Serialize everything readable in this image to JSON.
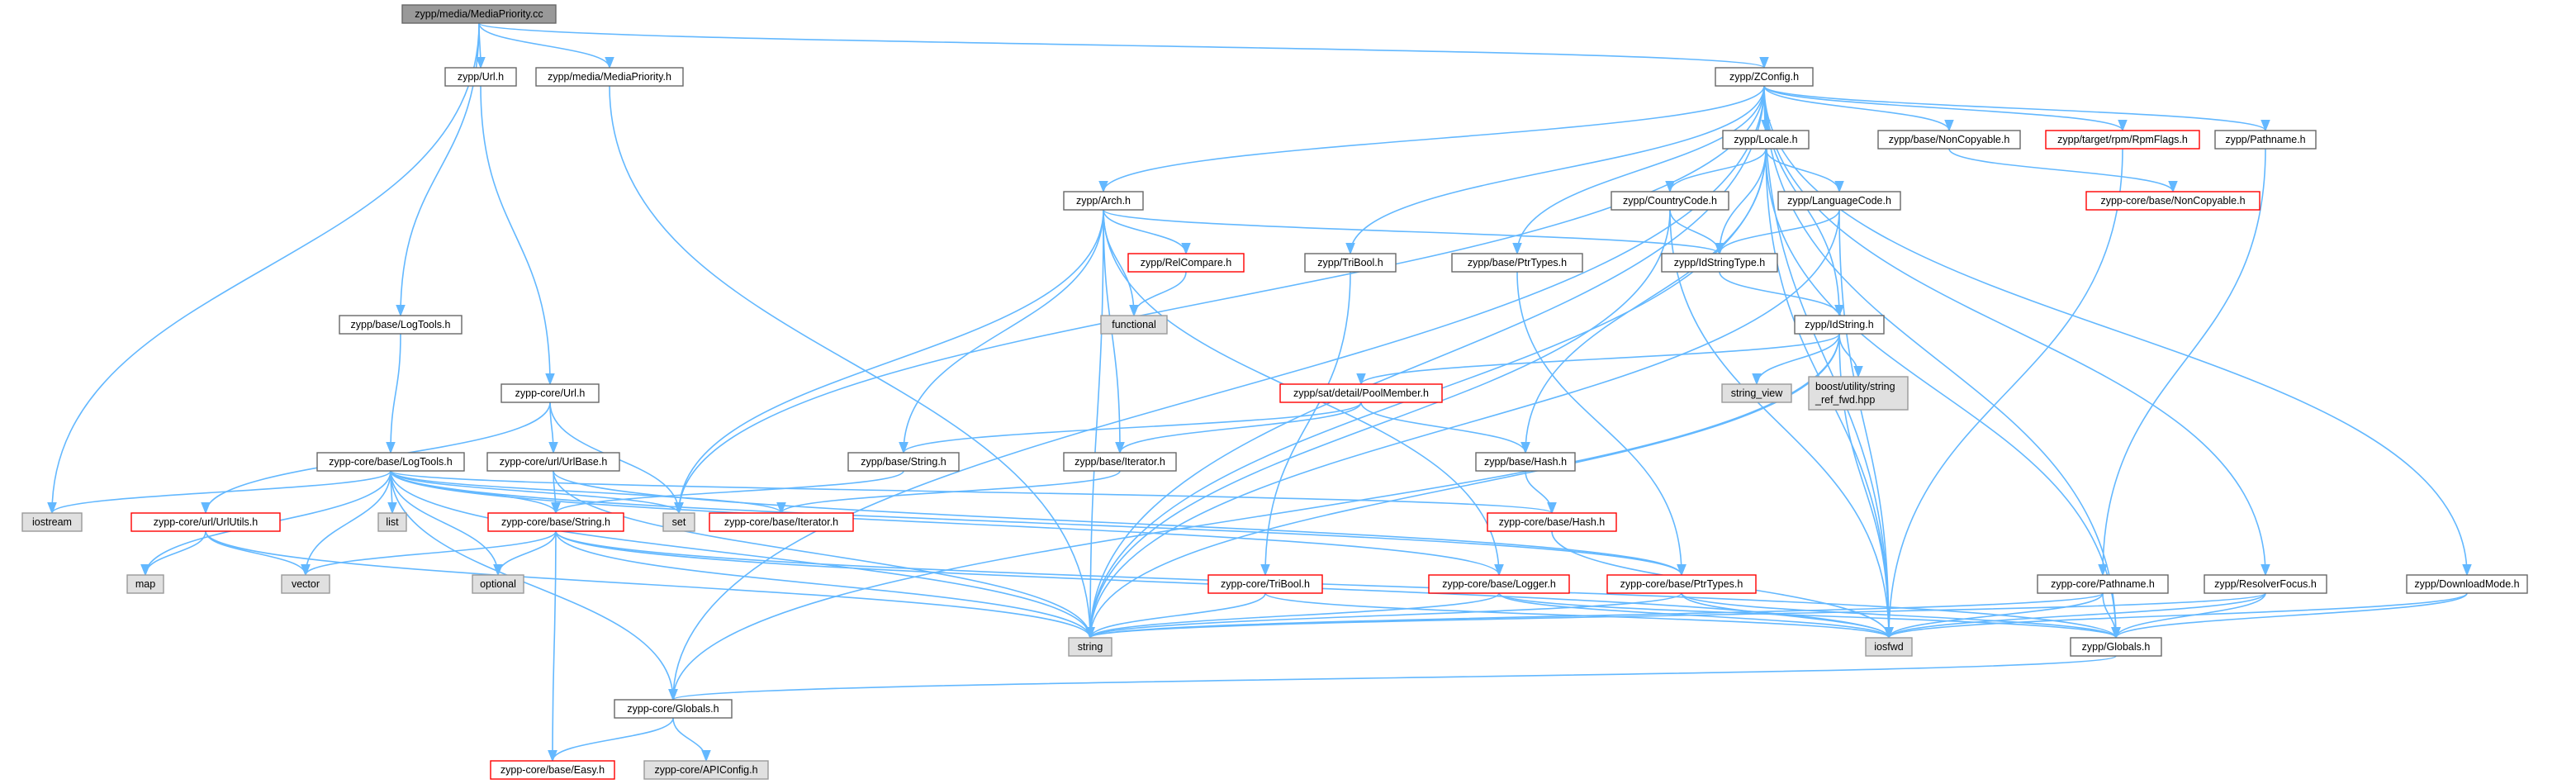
{
  "colors": {
    "edge": "#63b8ff",
    "normal_fill": "#ffffff",
    "normal_border": "#666666",
    "system_fill": "#e0e0e0",
    "system_border": "#999999",
    "truncated_border": "#ff0000",
    "root_fill": "#999999",
    "root_border": "#666666"
  },
  "graph": {
    "nodes": [
      {
        "id": "root",
        "label": "zypp/media/MediaPriority.cc",
        "kind": "root"
      },
      {
        "id": "url_h",
        "label": "zypp/Url.h",
        "kind": "normal"
      },
      {
        "id": "mediapriority_h",
        "label": "zypp/media/MediaPriority.h",
        "kind": "normal"
      },
      {
        "id": "zconfig_h",
        "label": "zypp/ZConfig.h",
        "kind": "normal"
      },
      {
        "id": "locale_h",
        "label": "zypp/Locale.h",
        "kind": "normal"
      },
      {
        "id": "noncopyable_h",
        "label": "zypp/base/NonCopyable.h",
        "kind": "normal"
      },
      {
        "id": "rpmflags_h",
        "label": "zypp/target/rpm/RpmFlags.h",
        "kind": "truncated"
      },
      {
        "id": "pathname_h",
        "label": "zypp/Pathname.h",
        "kind": "normal"
      },
      {
        "id": "core_noncopyable_h",
        "label": "zypp-core/base/NonCopyable.h",
        "kind": "truncated"
      },
      {
        "id": "arch_h",
        "label": "zypp/Arch.h",
        "kind": "normal"
      },
      {
        "id": "countrycode_h",
        "label": "zypp/CountryCode.h",
        "kind": "normal"
      },
      {
        "id": "languagecode_h",
        "label": "zypp/LanguageCode.h",
        "kind": "normal"
      },
      {
        "id": "relcompare_h",
        "label": "zypp/RelCompare.h",
        "kind": "truncated"
      },
      {
        "id": "tribool_h",
        "label": "zypp/TriBool.h",
        "kind": "normal"
      },
      {
        "id": "ptrtypes_h",
        "label": "zypp/base/PtrTypes.h",
        "kind": "normal"
      },
      {
        "id": "idstringtype_h",
        "label": "zypp/IdStringType.h",
        "kind": "normal"
      },
      {
        "id": "functional",
        "label": "functional",
        "kind": "system"
      },
      {
        "id": "logtools_h",
        "label": "zypp/base/LogTools.h",
        "kind": "normal"
      },
      {
        "id": "idstring_h",
        "label": "zypp/IdString.h",
        "kind": "normal"
      },
      {
        "id": "core_url_h",
        "label": "zypp-core/Url.h",
        "kind": "normal"
      },
      {
        "id": "poolmember_h",
        "label": "zypp/sat/detail/PoolMember.h",
        "kind": "truncated"
      },
      {
        "id": "string_view",
        "label": "string_view",
        "kind": "system"
      },
      {
        "id": "boost_fwd",
        "label": "boost/utility/string\n_ref_fwd.hpp",
        "kind": "system"
      },
      {
        "id": "core_logtools_h",
        "label": "zypp-core/base/LogTools.h",
        "kind": "normal"
      },
      {
        "id": "urlbase_h",
        "label": "zypp-core/url/UrlBase.h",
        "kind": "normal"
      },
      {
        "id": "base_string_h",
        "label": "zypp/base/String.h",
        "kind": "normal"
      },
      {
        "id": "base_iterator_h",
        "label": "zypp/base/Iterator.h",
        "kind": "normal"
      },
      {
        "id": "base_hash_h",
        "label": "zypp/base/Hash.h",
        "kind": "normal"
      },
      {
        "id": "iostream",
        "label": "iostream",
        "kind": "system"
      },
      {
        "id": "list",
        "label": "list",
        "kind": "system"
      },
      {
        "id": "set",
        "label": "set",
        "kind": "system"
      },
      {
        "id": "urlutils_h",
        "label": "zypp-core/url/UrlUtils.h",
        "kind": "truncated"
      },
      {
        "id": "core_string_h",
        "label": "zypp-core/base/String.h",
        "kind": "truncated"
      },
      {
        "id": "core_iterator_h",
        "label": "zypp-core/base/Iterator.h",
        "kind": "truncated"
      },
      {
        "id": "core_hash_h",
        "label": "zypp-core/base/Hash.h",
        "kind": "truncated"
      },
      {
        "id": "map",
        "label": "map",
        "kind": "system"
      },
      {
        "id": "vector",
        "label": "vector",
        "kind": "system"
      },
      {
        "id": "optional",
        "label": "optional",
        "kind": "system"
      },
      {
        "id": "core_tribool_h",
        "label": "zypp-core/TriBool.h",
        "kind": "truncated"
      },
      {
        "id": "core_logger_h",
        "label": "zypp-core/base/Logger.h",
        "kind": "truncated"
      },
      {
        "id": "core_ptrtypes_h",
        "label": "zypp-core/base/PtrTypes.h",
        "kind": "truncated"
      },
      {
        "id": "core_pathname_h",
        "label": "zypp-core/Pathname.h",
        "kind": "normal"
      },
      {
        "id": "resolverfocus_h",
        "label": "zypp/ResolverFocus.h",
        "kind": "normal"
      },
      {
        "id": "downloadmode_h",
        "label": "zypp/DownloadMode.h",
        "kind": "normal"
      },
      {
        "id": "string",
        "label": "string",
        "kind": "system"
      },
      {
        "id": "iosfwd",
        "label": "iosfwd",
        "kind": "system"
      },
      {
        "id": "globals_h",
        "label": "zypp/Globals.h",
        "kind": "normal"
      },
      {
        "id": "core_globals_h",
        "label": "zypp-core/Globals.h",
        "kind": "normal"
      },
      {
        "id": "easy_h",
        "label": "zypp-core/base/Easy.h",
        "kind": "truncated"
      },
      {
        "id": "apiconfig_h",
        "label": "zypp-core/APIConfig.h",
        "kind": "system"
      }
    ],
    "edges": [
      [
        "root",
        "iostream"
      ],
      [
        "root",
        "logtools_h"
      ],
      [
        "root",
        "url_h"
      ],
      [
        "root",
        "mediapriority_h"
      ],
      [
        "root",
        "zconfig_h"
      ],
      [
        "url_h",
        "core_url_h"
      ],
      [
        "mediapriority_h",
        "string"
      ],
      [
        "zconfig_h",
        "core_globals_h"
      ],
      [
        "zconfig_h",
        "set"
      ],
      [
        "zconfig_h",
        "string"
      ],
      [
        "zconfig_h",
        "arch_h"
      ],
      [
        "zconfig_h",
        "tribool_h"
      ],
      [
        "zconfig_h",
        "ptrtypes_h"
      ],
      [
        "zconfig_h",
        "locale_h"
      ],
      [
        "zconfig_h",
        "noncopyable_h"
      ],
      [
        "zconfig_h",
        "rpmflags_h"
      ],
      [
        "zconfig_h",
        "pathname_h"
      ],
      [
        "zconfig_h",
        "idstring_h"
      ],
      [
        "zconfig_h",
        "resolverfocus_h"
      ],
      [
        "zconfig_h",
        "downloadmode_h"
      ],
      [
        "zconfig_h",
        "globals_h"
      ],
      [
        "zconfig_h",
        "iosfwd"
      ],
      [
        "locale_h",
        "string"
      ],
      [
        "locale_h",
        "countrycode_h"
      ],
      [
        "locale_h",
        "languagecode_h"
      ],
      [
        "locale_h",
        "idstringtype_h"
      ],
      [
        "locale_h",
        "base_hash_h"
      ],
      [
        "locale_h",
        "iosfwd"
      ],
      [
        "locale_h",
        "globals_h"
      ],
      [
        "noncopyable_h",
        "core_noncopyable_h"
      ],
      [
        "rpmflags_h",
        "iosfwd"
      ],
      [
        "pathname_h",
        "core_pathname_h"
      ],
      [
        "arch_h",
        "set"
      ],
      [
        "arch_h",
        "string"
      ],
      [
        "arch_h",
        "relcompare_h"
      ],
      [
        "arch_h",
        "functional"
      ],
      [
        "arch_h",
        "idstringtype_h"
      ],
      [
        "arch_h",
        "base_string_h"
      ],
      [
        "arch_h",
        "base_iterator_h"
      ],
      [
        "arch_h",
        "core_logger_h"
      ],
      [
        "relcompare_h",
        "functional"
      ],
      [
        "countrycode_h",
        "string"
      ],
      [
        "countrycode_h",
        "iosfwd"
      ],
      [
        "countrycode_h",
        "idstringtype_h"
      ],
      [
        "languagecode_h",
        "string"
      ],
      [
        "languagecode_h",
        "iosfwd"
      ],
      [
        "languagecode_h",
        "idstringtype_h"
      ],
      [
        "tribool_h",
        "core_tribool_h"
      ],
      [
        "ptrtypes_h",
        "core_ptrtypes_h"
      ],
      [
        "idstringtype_h",
        "idstring_h"
      ],
      [
        "logtools_h",
        "core_logtools_h"
      ],
      [
        "idstring_h",
        "string_view"
      ],
      [
        "idstring_h",
        "boost_fwd"
      ],
      [
        "idstring_h",
        "poolmember_h"
      ],
      [
        "idstring_h",
        "iosfwd"
      ],
      [
        "idstring_h",
        "string"
      ],
      [
        "idstring_h",
        "core_globals_h"
      ],
      [
        "core_url_h",
        "set"
      ],
      [
        "core_url_h",
        "urlbase_h"
      ],
      [
        "core_url_h",
        "urlutils_h"
      ],
      [
        "poolmember_h",
        "base_string_h"
      ],
      [
        "poolmember_h",
        "base_iterator_h"
      ],
      [
        "poolmember_h",
        "base_hash_h"
      ],
      [
        "core_logtools_h",
        "iostream"
      ],
      [
        "core_logtools_h",
        "list"
      ],
      [
        "core_logtools_h",
        "set"
      ],
      [
        "core_logtools_h",
        "map"
      ],
      [
        "core_logtools_h",
        "vector"
      ],
      [
        "core_logtools_h",
        "optional"
      ],
      [
        "core_logtools_h",
        "string"
      ],
      [
        "core_logtools_h",
        "core_string_h"
      ],
      [
        "core_logtools_h",
        "core_iterator_h"
      ],
      [
        "core_logtools_h",
        "core_hash_h"
      ],
      [
        "core_logtools_h",
        "core_logger_h"
      ],
      [
        "core_logtools_h",
        "core_ptrtypes_h"
      ],
      [
        "core_logtools_h",
        "core_globals_h"
      ],
      [
        "urlbase_h",
        "core_string_h"
      ],
      [
        "urlbase_h",
        "string"
      ],
      [
        "urlbase_h",
        "core_ptrtypes_h"
      ],
      [
        "base_string_h",
        "core_string_h"
      ],
      [
        "base_iterator_h",
        "core_iterator_h"
      ],
      [
        "base_hash_h",
        "core_hash_h"
      ],
      [
        "urlutils_h",
        "map"
      ],
      [
        "urlutils_h",
        "vector"
      ],
      [
        "urlutils_h",
        "string"
      ],
      [
        "core_string_h",
        "vector"
      ],
      [
        "core_string_h",
        "optional"
      ],
      [
        "core_string_h",
        "string"
      ],
      [
        "core_string_h",
        "easy_h"
      ],
      [
        "core_string_h",
        "iosfwd"
      ],
      [
        "core_string_h",
        "globals_h"
      ],
      [
        "core_hash_h",
        "iosfwd"
      ],
      [
        "core_tribool_h",
        "string"
      ],
      [
        "core_tribool_h",
        "iosfwd"
      ],
      [
        "core_logger_h",
        "string"
      ],
      [
        "core_logger_h",
        "iosfwd"
      ],
      [
        "core_logger_h",
        "globals_h"
      ],
      [
        "core_ptrtypes_h",
        "string"
      ],
      [
        "core_ptrtypes_h",
        "iosfwd"
      ],
      [
        "core_ptrtypes_h",
        "globals_h"
      ],
      [
        "core_pathname_h",
        "string"
      ],
      [
        "core_pathname_h",
        "iosfwd"
      ],
      [
        "core_pathname_h",
        "globals_h"
      ],
      [
        "resolverfocus_h",
        "string"
      ],
      [
        "resolverfocus_h",
        "iosfwd"
      ],
      [
        "resolverfocus_h",
        "globals_h"
      ],
      [
        "downloadmode_h",
        "iosfwd"
      ],
      [
        "downloadmode_h",
        "globals_h"
      ],
      [
        "globals_h",
        "core_globals_h"
      ],
      [
        "core_globals_h",
        "easy_h"
      ],
      [
        "core_globals_h",
        "apiconfig_h"
      ]
    ]
  }
}
